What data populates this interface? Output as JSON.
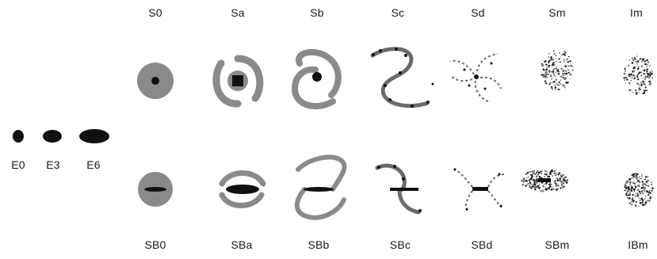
{
  "colors": {
    "gray": "#8a8a8a",
    "dark": "#111111",
    "label": "#1a1a1a"
  },
  "elliptical_labels": [
    "E0",
    "E3",
    "E6"
  ],
  "spiral_labels": [
    "S0",
    "Sa",
    "Sb",
    "Sc",
    "Sd",
    "Sm",
    "Im"
  ],
  "barred_labels": [
    "SB0",
    "SBa",
    "SBb",
    "SBc",
    "SBd",
    "SBm",
    "IBm"
  ]
}
